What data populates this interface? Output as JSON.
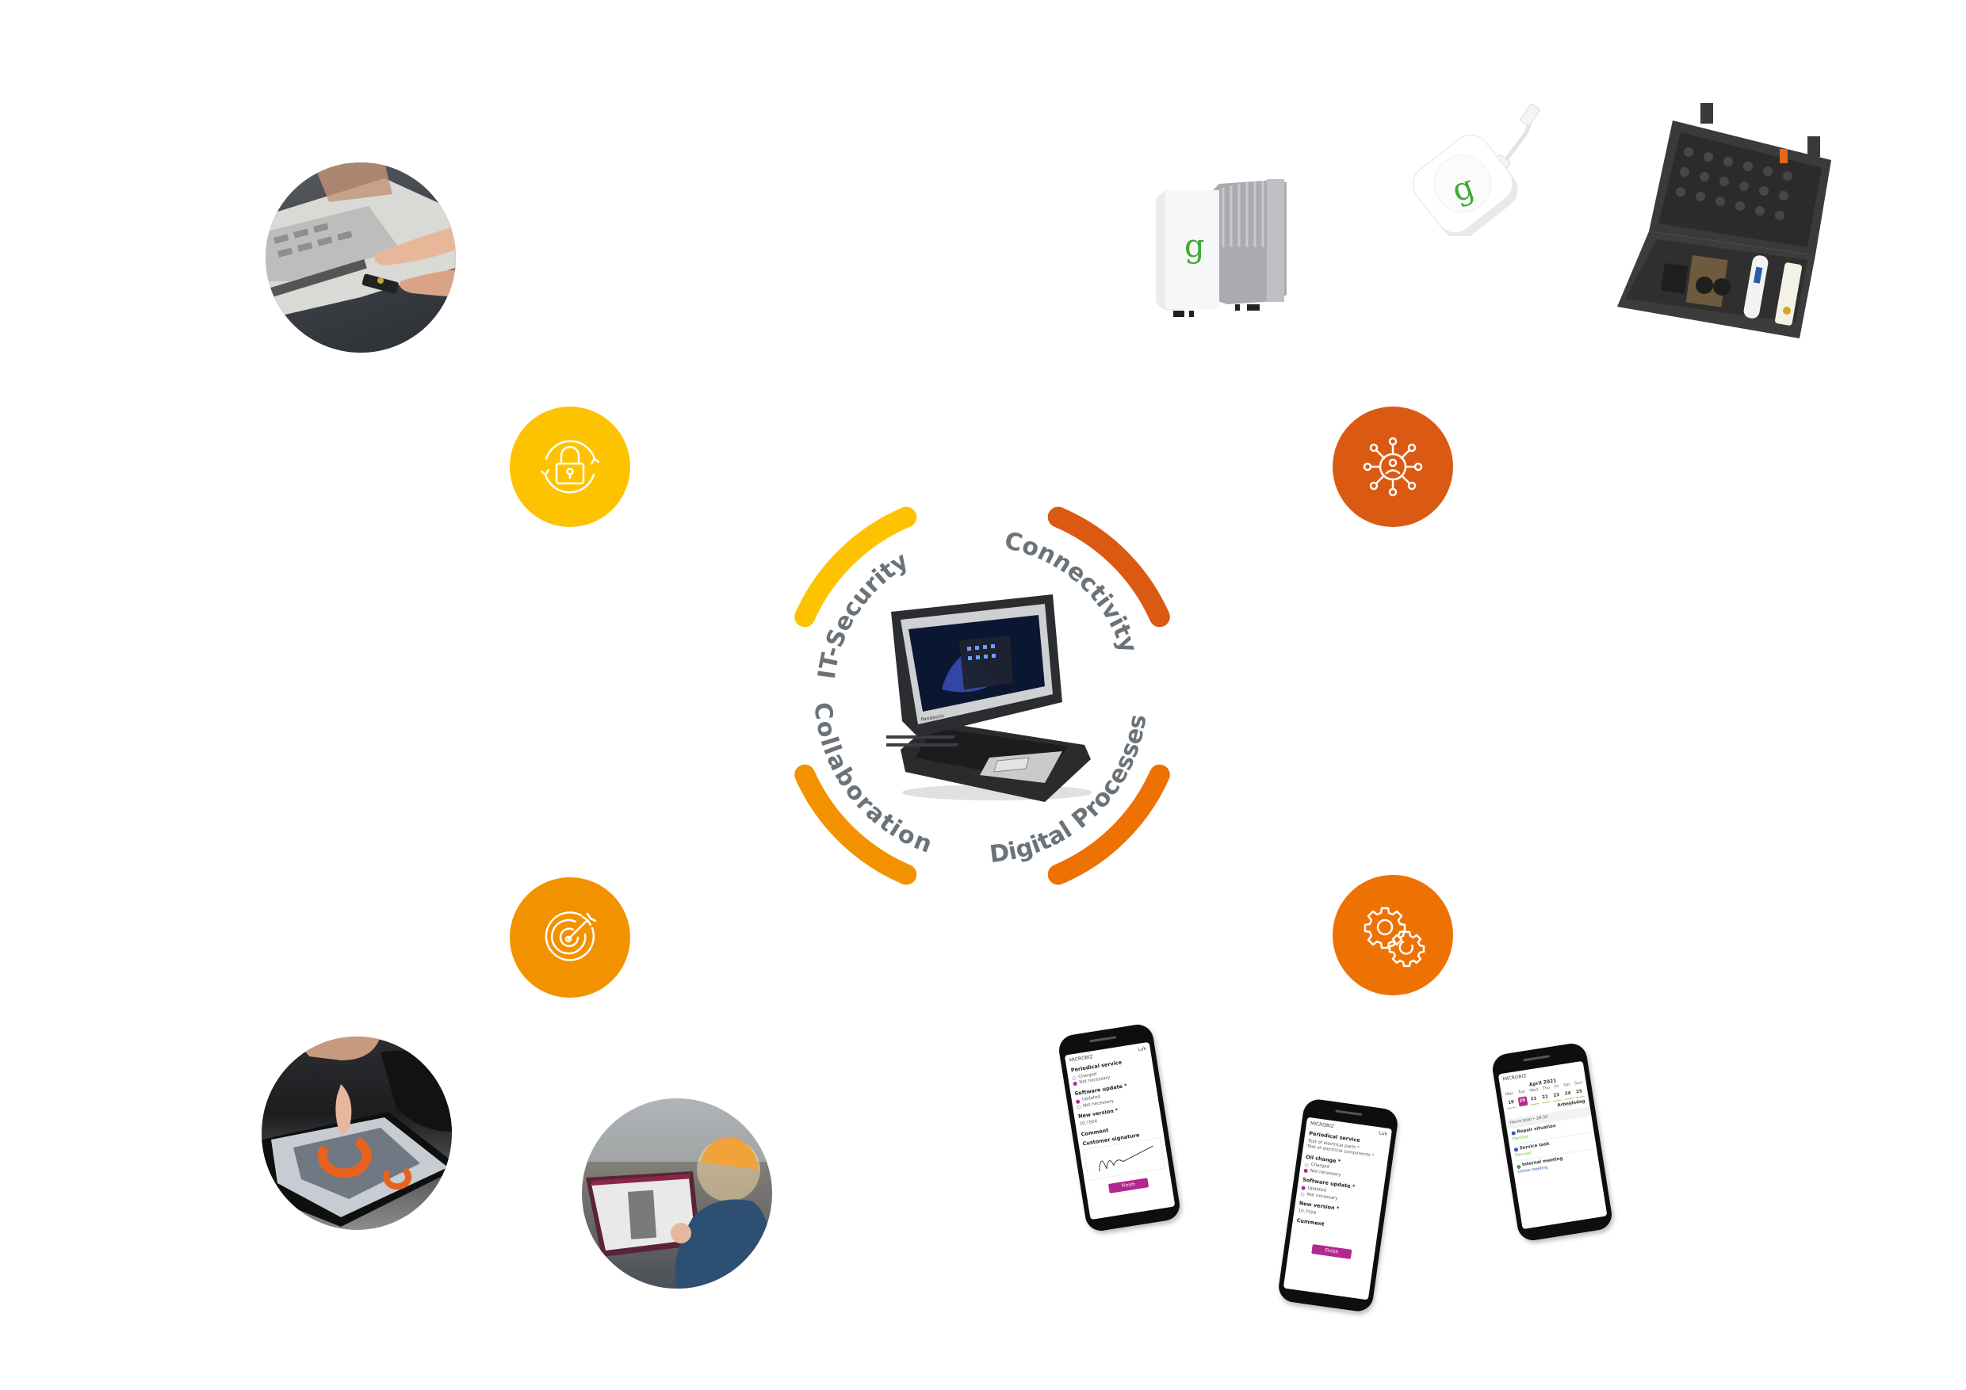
{
  "diagram": {
    "title": "Rugged device solution ecosystem",
    "center_device": {
      "name": "Rugged 2-in-1 laptop",
      "brand": "Panasonic"
    },
    "ring": [
      {
        "id": "it-security",
        "label": "IT-Security",
        "color": "#FDC300"
      },
      {
        "id": "connectivity",
        "label": "Connectivity",
        "color": "#DA5A13"
      },
      {
        "id": "collaboration",
        "label": "Collaboration",
        "color": "#F39200"
      },
      {
        "id": "digital-processes",
        "label": "Digital Processes",
        "color": "#EE7203"
      }
    ],
    "pillars": [
      {
        "id": "it-security",
        "icon": "padlock-refresh-icon",
        "color": "#FDC300"
      },
      {
        "id": "connectivity",
        "icon": "network-user-icon",
        "color": "#DA5A13"
      },
      {
        "id": "collaboration",
        "icon": "target-arrow-icon",
        "color": "#F39200"
      },
      {
        "id": "digital-processes",
        "icon": "gears-icon",
        "color": "#EE7203"
      }
    ],
    "label_color": "#6B7379",
    "photos": {
      "it_security": "Hand inserting security key into laptop",
      "collaboration_1": "Hands using AR on rugged tablet",
      "collaboration_2": "Worker in hard hat using tablet in factory"
    },
    "connectivity_products": {
      "router": {
        "logo": "g",
        "logo_color": "#3DAA35"
      },
      "puck": {
        "logo": "g",
        "logo_color": "#3DAA35"
      },
      "case": "Rugged carry case with equipment"
    }
  },
  "phones": [
    {
      "app": "MICROBIZ",
      "close": "Luk",
      "title": "Periodical service",
      "groups": [
        {
          "label": "",
          "options": [
            {
              "text": "Charged",
              "on": false
            },
            {
              "text": "Not necessary",
              "on": true
            }
          ]
        },
        {
          "label": "Software update *",
          "options": [
            {
              "text": "Updated",
              "on": true
            },
            {
              "text": "Not necessary",
              "on": false
            }
          ]
        }
      ],
      "new_version_label": "New version *",
      "new_version_value": "10.7504",
      "comment_label": "Comment",
      "signature_label": "Customer signature",
      "button": "Finish"
    },
    {
      "app": "MICROBIZ",
      "close": "Luk",
      "title": "Periodical service",
      "fields": [
        "Test of electrical parts *",
        "Test of electrical components *"
      ],
      "groups": [
        {
          "label": "Oil change *",
          "options": [
            {
              "text": "Charged",
              "on": false
            },
            {
              "text": "Not necessary",
              "on": true
            }
          ]
        },
        {
          "label": "Software update *",
          "options": [
            {
              "text": "Updated",
              "on": true
            },
            {
              "text": "Not necessary",
              "on": false
            }
          ]
        }
      ],
      "new_version_label": "New version *",
      "new_version_value": "10.7504",
      "comment_label": "Comment",
      "button": "Finish"
    },
    {
      "app": "MICROBIZ",
      "month": "April 2021",
      "weekdays": [
        "Mon",
        "Tue",
        "Wed",
        "Thu",
        "Fri",
        "Sat",
        "Sun"
      ],
      "days": [
        "19",
        "20",
        "21",
        "22",
        "23",
        "24",
        "25"
      ],
      "selected_day": "20",
      "view": "Arbejdsdag",
      "hours": "Hours total • 28:30",
      "tasks": [
        {
          "title": "Repair situation",
          "status": "Planned",
          "color": "#3556B4"
        },
        {
          "title": "Service task",
          "status": "Planned",
          "color": "#3556B4"
        },
        {
          "title": "Internal meeting",
          "status": "Online meeting",
          "color": "#3DAA35"
        }
      ]
    }
  ]
}
